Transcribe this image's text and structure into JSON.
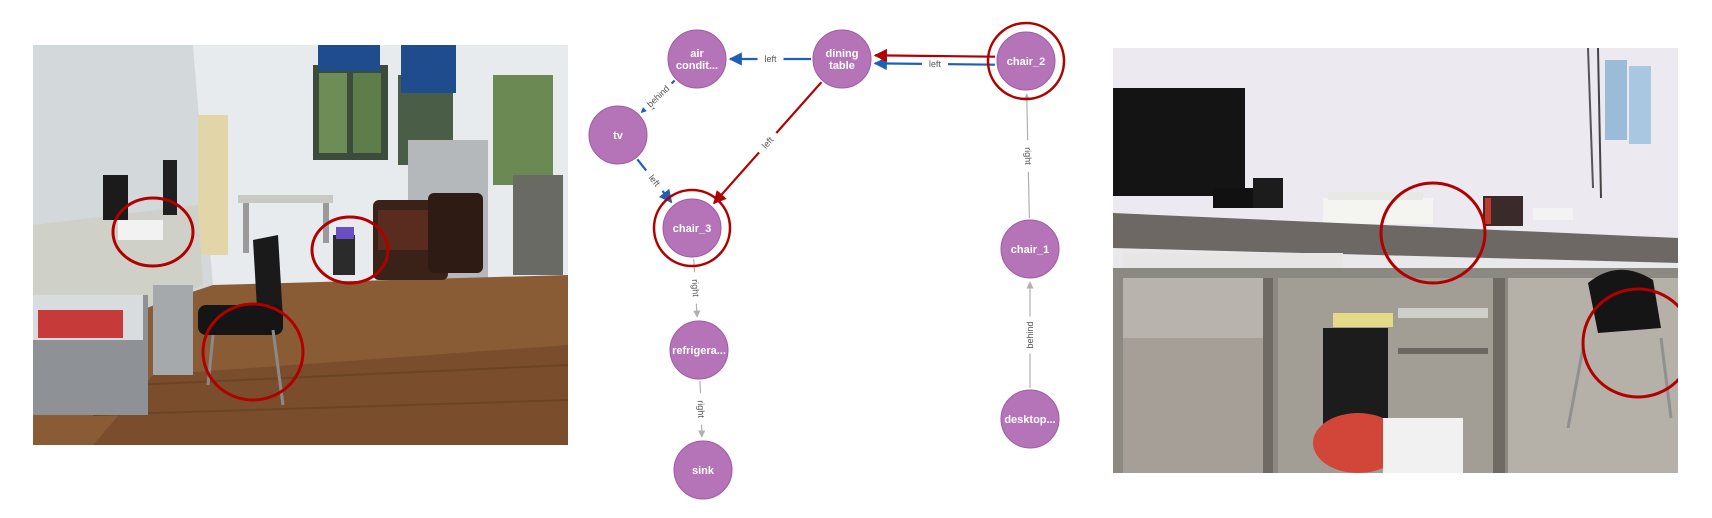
{
  "colors": {
    "node_fill": "#b574b8",
    "node_stroke": "#9e5aa3",
    "highlight_ring": "#b00000",
    "edge_gray": "#b0b0b0",
    "edge_blue": "#1f5fb5",
    "edge_red": "#b00000"
  },
  "graph": {
    "nodes": [
      {
        "id": "air_conditioner",
        "label_line1": "air",
        "label_line2": "condit...",
        "highlighted": false
      },
      {
        "id": "dining_table",
        "label_line1": "dining",
        "label_line2": "table",
        "highlighted": false
      },
      {
        "id": "chair_2",
        "label_line1": "chair_2",
        "label_line2": "",
        "highlighted": true
      },
      {
        "id": "tv",
        "label_line1": "tv",
        "label_line2": "",
        "highlighted": false
      },
      {
        "id": "chair_3",
        "label_line1": "chair_3",
        "label_line2": "",
        "highlighted": true
      },
      {
        "id": "chair_1",
        "label_line1": "chair_1",
        "label_line2": "",
        "highlighted": false
      },
      {
        "id": "refrigerator",
        "label_line1": "refrigera...",
        "label_line2": "",
        "highlighted": false
      },
      {
        "id": "desktop",
        "label_line1": "desktop...",
        "label_line2": "",
        "highlighted": false
      },
      {
        "id": "sink",
        "label_line1": "sink",
        "label_line2": "",
        "highlighted": false
      }
    ],
    "edges": [
      {
        "from": "dining_table",
        "to": "air_conditioner",
        "label": "left",
        "style": "blue"
      },
      {
        "from": "air_conditioner",
        "to": "tv",
        "label": "behind",
        "style": "blue"
      },
      {
        "from": "tv",
        "to": "chair_3",
        "label": "left",
        "style": "blue"
      },
      {
        "from": "chair_2",
        "to": "dining_table",
        "label": "left",
        "style": "blue"
      },
      {
        "from": "chair_2",
        "to": "dining_table",
        "label": "",
        "style": "red"
      },
      {
        "from": "dining_table",
        "to": "chair_3",
        "label": "left",
        "style": "red"
      },
      {
        "from": "chair_1",
        "to": "chair_2",
        "label": "right",
        "style": "gray"
      },
      {
        "from": "desktop",
        "to": "chair_1",
        "label": "behind",
        "style": "gray"
      },
      {
        "from": "chair_3",
        "to": "refrigerator",
        "label": "right",
        "style": "gray"
      },
      {
        "from": "refrigerator",
        "to": "sink",
        "label": "right",
        "style": "gray"
      }
    ]
  }
}
